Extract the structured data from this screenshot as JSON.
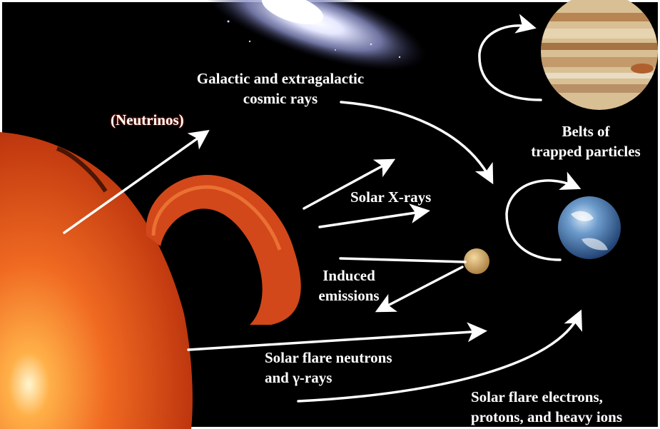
{
  "labels": {
    "cosmic_rays": [
      "Galactic and extragalactic",
      "cosmic rays"
    ],
    "neutrinos": "(Neutrinos)",
    "trapped_belts": [
      "Belts of",
      "trapped particles"
    ],
    "xrays": "Solar X-rays",
    "induced": [
      "Induced",
      "emissions"
    ],
    "flare_neutrons": [
      "Solar flare neutrons",
      "and γ-rays"
    ],
    "flare_particles": [
      "Solar flare electrons,",
      "protons, and heavy ions"
    ]
  },
  "colors": {
    "space": "#000000",
    "sun": "#e0501a",
    "jupiter": "#c9a878",
    "earth": "#3a6ea8",
    "venus": "#d4a458",
    "arrow": "#ffffff"
  }
}
